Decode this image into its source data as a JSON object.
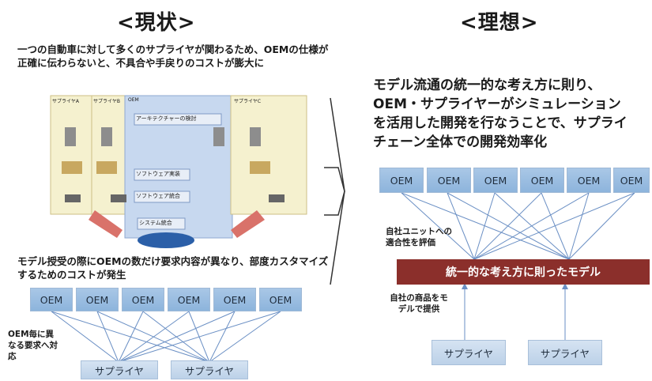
{
  "left": {
    "title": "<現状>",
    "description": "一つの自動車に対して多くのサプライヤが関わるため、OEMの仕様が正確に伝わらないと、不具合や手戻りのコストが膨大に",
    "figure": {
      "column_labels": [
        "サプライヤA",
        "サプライヤB",
        "OEM",
        "サプライヤC"
      ],
      "process_labels": [
        "アーキテクチャーの検討",
        "ソフトウェア実装",
        "ソフトウェア統合",
        "システム統合"
      ]
    },
    "middle_text": "モデル授受の際にOEMの数だけ要求内容が異なり、部度カスタマイズするためのコストが発生",
    "oem_labels": [
      "OEM",
      "OEM",
      "OEM",
      "OEM",
      "OEM",
      "OEM"
    ],
    "side_note": "OEM毎に異なる要求へ対応",
    "supplier_labels": [
      "サプライヤ",
      "サプライヤ"
    ]
  },
  "right": {
    "title": "<理想>",
    "description": "モデル流通の統一的な考え方に則り、OEM・サプライヤーがシミュレーションを活用した開発を行なうことで、サプライチェーン全体での開発効率化",
    "oem_labels": [
      "OEM",
      "OEM",
      "OEM",
      "OEM",
      "OEM",
      "OEM"
    ],
    "note_top": "自社ユニットへの適合性を評価",
    "model_label": "統一的な考え方に則ったモデル",
    "note_bottom": "自社の商品をモデルで提供",
    "supplier_labels": [
      "サプライヤ",
      "サプライヤ"
    ]
  },
  "colors": {
    "oem_box": "#9bbde1",
    "supplier_box": "#c8d9ed",
    "model_box": "#8b2f2b",
    "arrow_line": "#6a8fc4",
    "red_arrow": "#d9726a"
  }
}
